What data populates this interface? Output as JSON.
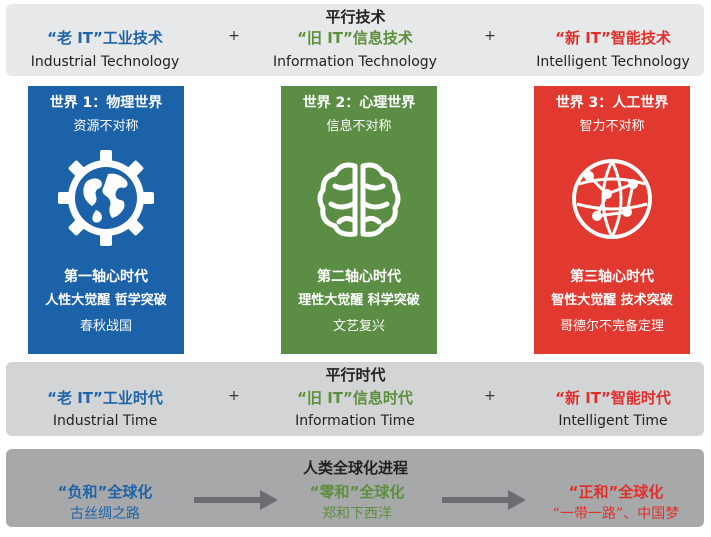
{
  "top": {
    "title": "平行技术",
    "items": [
      {
        "cn": "“老 IT”工业技术",
        "en": "Industrial Technology",
        "color": "#1f63a8"
      },
      {
        "cn": "“旧 IT”信息技术",
        "en": "Information Technology",
        "color": "#5e8f3e"
      },
      {
        "cn": "“新 IT”智能技术",
        "en": "Intelligent Technology",
        "color": "#e0302c"
      }
    ],
    "plus": "+"
  },
  "worlds": [
    {
      "title": "世界 1：物理世界",
      "sub": "资源不对称",
      "era": "第一轴心时代",
      "line2": "人性大觉醒  哲学突破",
      "line3": "春秋战国",
      "icon": "globe-gear-icon",
      "color": "#1c62a9"
    },
    {
      "title": "世界 2：心理世界",
      "sub": "信息不对称",
      "era": "第二轴心时代",
      "line2": "理性大觉醒  科学突破",
      "line3": "文艺复兴",
      "icon": "brain-icon",
      "color": "#5b8e44"
    },
    {
      "title": "世界 3：人工世界",
      "sub": "智力不对称",
      "era": "第三轴心时代",
      "line2": "智性大觉醒  技术突破",
      "line3": "哥德尔不完备定理",
      "icon": "network-globe-icon",
      "color": "#e1382f"
    }
  ],
  "middle": {
    "title": "平行时代",
    "items": [
      {
        "cn": "“老 IT”工业时代",
        "en": "Industrial Time"
      },
      {
        "cn": "“旧 IT”信息时代",
        "en": "Information Time"
      },
      {
        "cn": "“新 IT”智能时代",
        "en": "Intelligent Time"
      }
    ],
    "plus": "+"
  },
  "bottom": {
    "title": "人类全球化进程",
    "items": [
      {
        "cn": "“负和”全球化",
        "sub": "古丝绸之路"
      },
      {
        "cn": "“零和”全球化",
        "sub": "郑和下西洋"
      },
      {
        "cn": "“正和”全球化",
        "sub": "“一带一路”、中国梦"
      }
    ]
  }
}
